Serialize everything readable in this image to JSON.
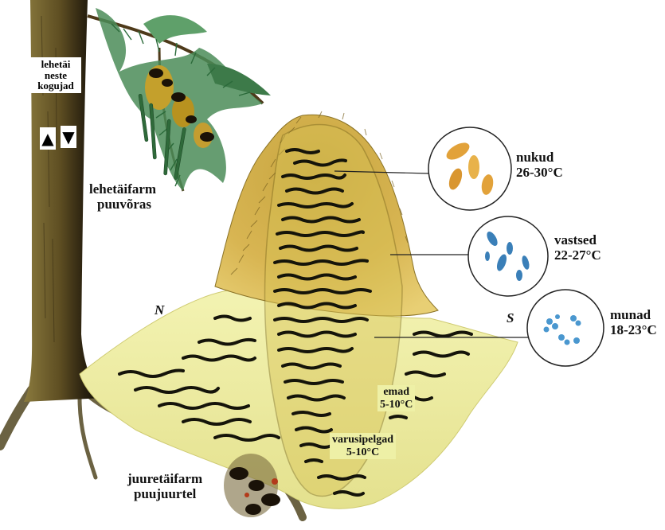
{
  "labels": {
    "trunk_collectors": [
      "lehetäi",
      "neste",
      "kogujad"
    ],
    "aphid_farm_branch": [
      "lehetäifarm",
      "puuvõras"
    ],
    "root_aphid_farm": [
      "juuretäifarm",
      "puujuurtel"
    ],
    "north": "N",
    "south": "S",
    "pupae": {
      "name": "nukud",
      "temp": "26-30°C"
    },
    "larvae": {
      "name": "vastsed",
      "temp": "22-27°C"
    },
    "eggs": {
      "name": "munad",
      "temp": "18-23°C"
    },
    "queens": {
      "name": "emad",
      "temp": "5-10°C"
    },
    "reserve_ants": {
      "name": "varusipelgad",
      "temp": "5-10°C"
    }
  },
  "icons": {
    "up_arrow": "up-arrow-icon",
    "down_arrow": "down-arrow-icon"
  },
  "colors": {
    "mound_base": "#eef0a6",
    "mound_dome": "#d9b84f",
    "tunnels": "#15140a",
    "trunk": "#6b5a2a",
    "foliage": "#3f7f4a"
  }
}
